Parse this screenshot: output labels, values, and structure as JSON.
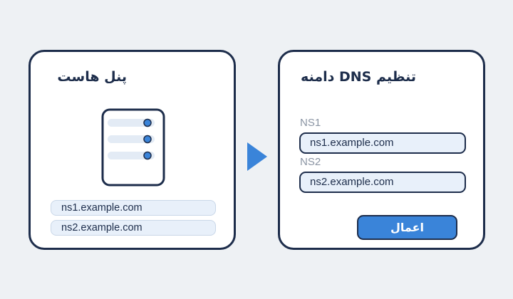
{
  "host_panel": {
    "title": "پنل هاست",
    "icon": "server-icon",
    "nameservers": [
      "ns1.example.com",
      "ns2.example.com"
    ]
  },
  "dns_settings": {
    "title": "تنظیم DNS دامنه",
    "ns1_label": "NS1",
    "ns1_value": "ns1.example.com",
    "ns2_label": "NS2",
    "ns2_value": "ns2.example.com",
    "apply_label": "اعمال"
  },
  "flow": {
    "icon": "arrow-right-icon"
  },
  "colors": {
    "background": "#eef1f4",
    "border": "#1d2d4b",
    "accent": "#3a84d9",
    "field_fill": "#e8f0fa"
  }
}
